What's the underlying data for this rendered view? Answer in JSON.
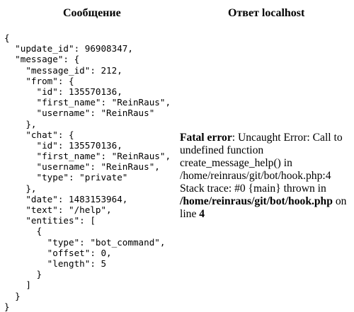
{
  "headers": {
    "request": "Сообщение",
    "response": "Ответ localhost"
  },
  "request_json_lines": [
    "{",
    "  \"update_id\": 96908347,",
    "  \"message\": {",
    "    \"message_id\": 212,",
    "    \"from\": {",
    "      \"id\": 135570136,",
    "      \"first_name\": \"ReinRaus\",",
    "      \"username\": \"ReinRaus\"",
    "    },",
    "    \"chat\": {",
    "      \"id\": 135570136,",
    "      \"first_name\": \"ReinRaus\",",
    "      \"username\": \"ReinRaus\",",
    "      \"type\": \"private\"",
    "    },",
    "    \"date\": 1483153964,",
    "    \"text\": \"/help\",",
    "    \"entities\": [",
    "      {",
    "        \"type\": \"bot_command\",",
    "        \"offset\": 0,",
    "        \"length\": 5",
    "      }",
    "    ]",
    "  }",
    "}"
  ],
  "response": {
    "error_label": "Fatal error",
    "message_part1": ": Uncaught Error: Call to undefined function create_message_help() in /home/reinraus/git/bot/hook.php:4 Stack trace: #0 {main} thrown in ",
    "file_path": "/home/reinraus/git/bot/hook.php",
    "message_part2": " on line ",
    "line_number": "4"
  }
}
